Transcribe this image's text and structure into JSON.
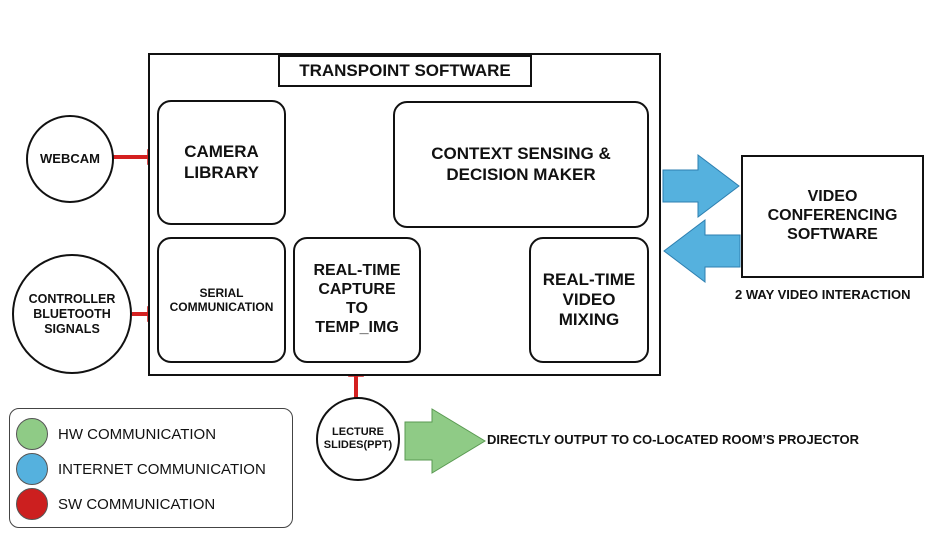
{
  "diagram": {
    "software_title": "TRANSPOINT SOFTWARE",
    "nodes": {
      "webcam": "WEBCAM",
      "controller": "CONTROLLER\nBLUETOOTH\nSIGNALS",
      "camera_library": "CAMERA\nLIBRARY",
      "serial_comm": "SERIAL\nCOMMUNICATION",
      "realtime_capture": "REAL-TIME\nCAPTURE\nTO\nTEMP_IMG",
      "context_sensing": "CONTEXT SENSING &\nDECISION MAKER",
      "video_mixing": "REAL-TIME\nVIDEO\nMIXING",
      "video_conf": "VIDEO\nCONFERENCING\nSOFTWARE",
      "lecture_slides": "LECTURE\nSLIDES(PPT)"
    },
    "labels": {
      "two_way": "2 WAY VIDEO INTERACTION",
      "direct_output": "DIRECTLY OUTPUT TO CO-LOCATED ROOM’S PROJECTOR"
    }
  },
  "legend": [
    {
      "label": "HW COMMUNICATION",
      "color": "#8fcb86"
    },
    {
      "label": "INTERNET COMMUNICATION",
      "color": "#55b1de"
    },
    {
      "label": "SW COMMUNICATION",
      "color": "#cc1f1f"
    }
  ],
  "colors": {
    "hw": "#8fcb86",
    "internet": "#55b1de",
    "sw": "#d42020",
    "outline": "#111111"
  }
}
